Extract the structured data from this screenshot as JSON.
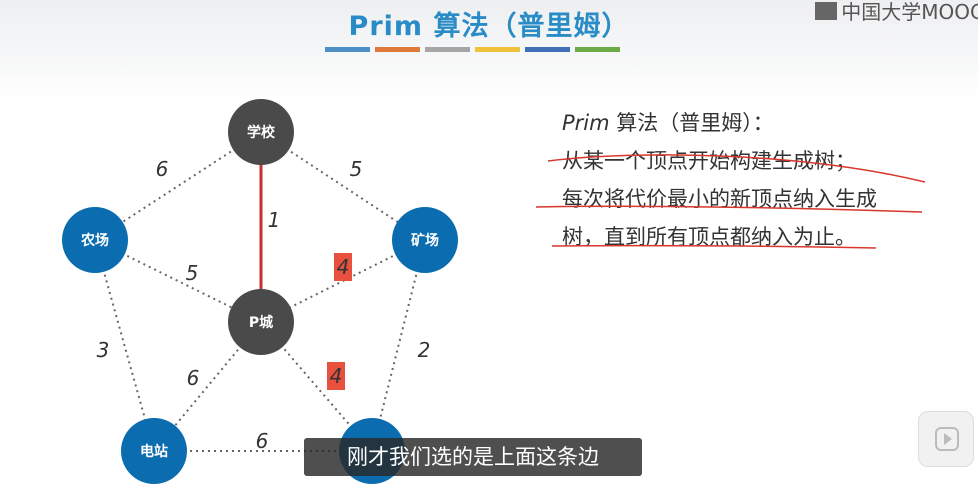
{
  "slide": {
    "title": "Prim 算法（普里姆）",
    "color_bar": [
      "#4d8fc7",
      "#e07a3c",
      "#a6a6a6",
      "#f0c23c",
      "#3f6fb5",
      "#6aab45"
    ],
    "logo_text": "中国大学MOOC"
  },
  "graph": {
    "nodes": [
      {
        "id": "school",
        "label": "学校",
        "color": "#4a4a4a"
      },
      {
        "id": "farm",
        "label": "农场",
        "color": "#0b6db0"
      },
      {
        "id": "mine",
        "label": "矿场",
        "color": "#0b6db0"
      },
      {
        "id": "pcity",
        "label": "P城",
        "color": "#4a4a4a"
      },
      {
        "id": "station",
        "label": "电站",
        "color": "#0b6db0"
      },
      {
        "id": "unknown",
        "label": "",
        "color": "#0b6db0"
      }
    ],
    "edges": [
      {
        "from": "school",
        "to": "farm",
        "weight": "6",
        "selected": false,
        "highlight": false
      },
      {
        "from": "school",
        "to": "mine",
        "weight": "5",
        "selected": false,
        "highlight": false
      },
      {
        "from": "school",
        "to": "pcity",
        "weight": "1",
        "selected": true,
        "highlight": false
      },
      {
        "from": "farm",
        "to": "pcity",
        "weight": "5",
        "selected": false,
        "highlight": false
      },
      {
        "from": "mine",
        "to": "pcity",
        "weight": "4",
        "selected": false,
        "highlight": true
      },
      {
        "from": "farm",
        "to": "station",
        "weight": "3",
        "selected": false,
        "highlight": false
      },
      {
        "from": "pcity",
        "to": "station",
        "weight": "6",
        "selected": false,
        "highlight": false
      },
      {
        "from": "pcity",
        "to": "unknown",
        "weight": "4",
        "selected": false,
        "highlight": true
      },
      {
        "from": "mine",
        "to": "unknown",
        "weight": "2",
        "selected": false,
        "highlight": false
      },
      {
        "from": "station",
        "to": "unknown",
        "weight": "6",
        "selected": false,
        "highlight": false
      }
    ]
  },
  "description": {
    "heading_italic": "Prim",
    "heading_rest": " 算法（普里姆）：",
    "line1": "从某一个顶点开始构建生成树；",
    "line2": "每次将代价最小的新顶点纳入生成",
    "line3": "树，直到所有顶点都纳入为止。"
  },
  "video": {
    "subtitle": "刚才我们选的是上面这条边"
  }
}
